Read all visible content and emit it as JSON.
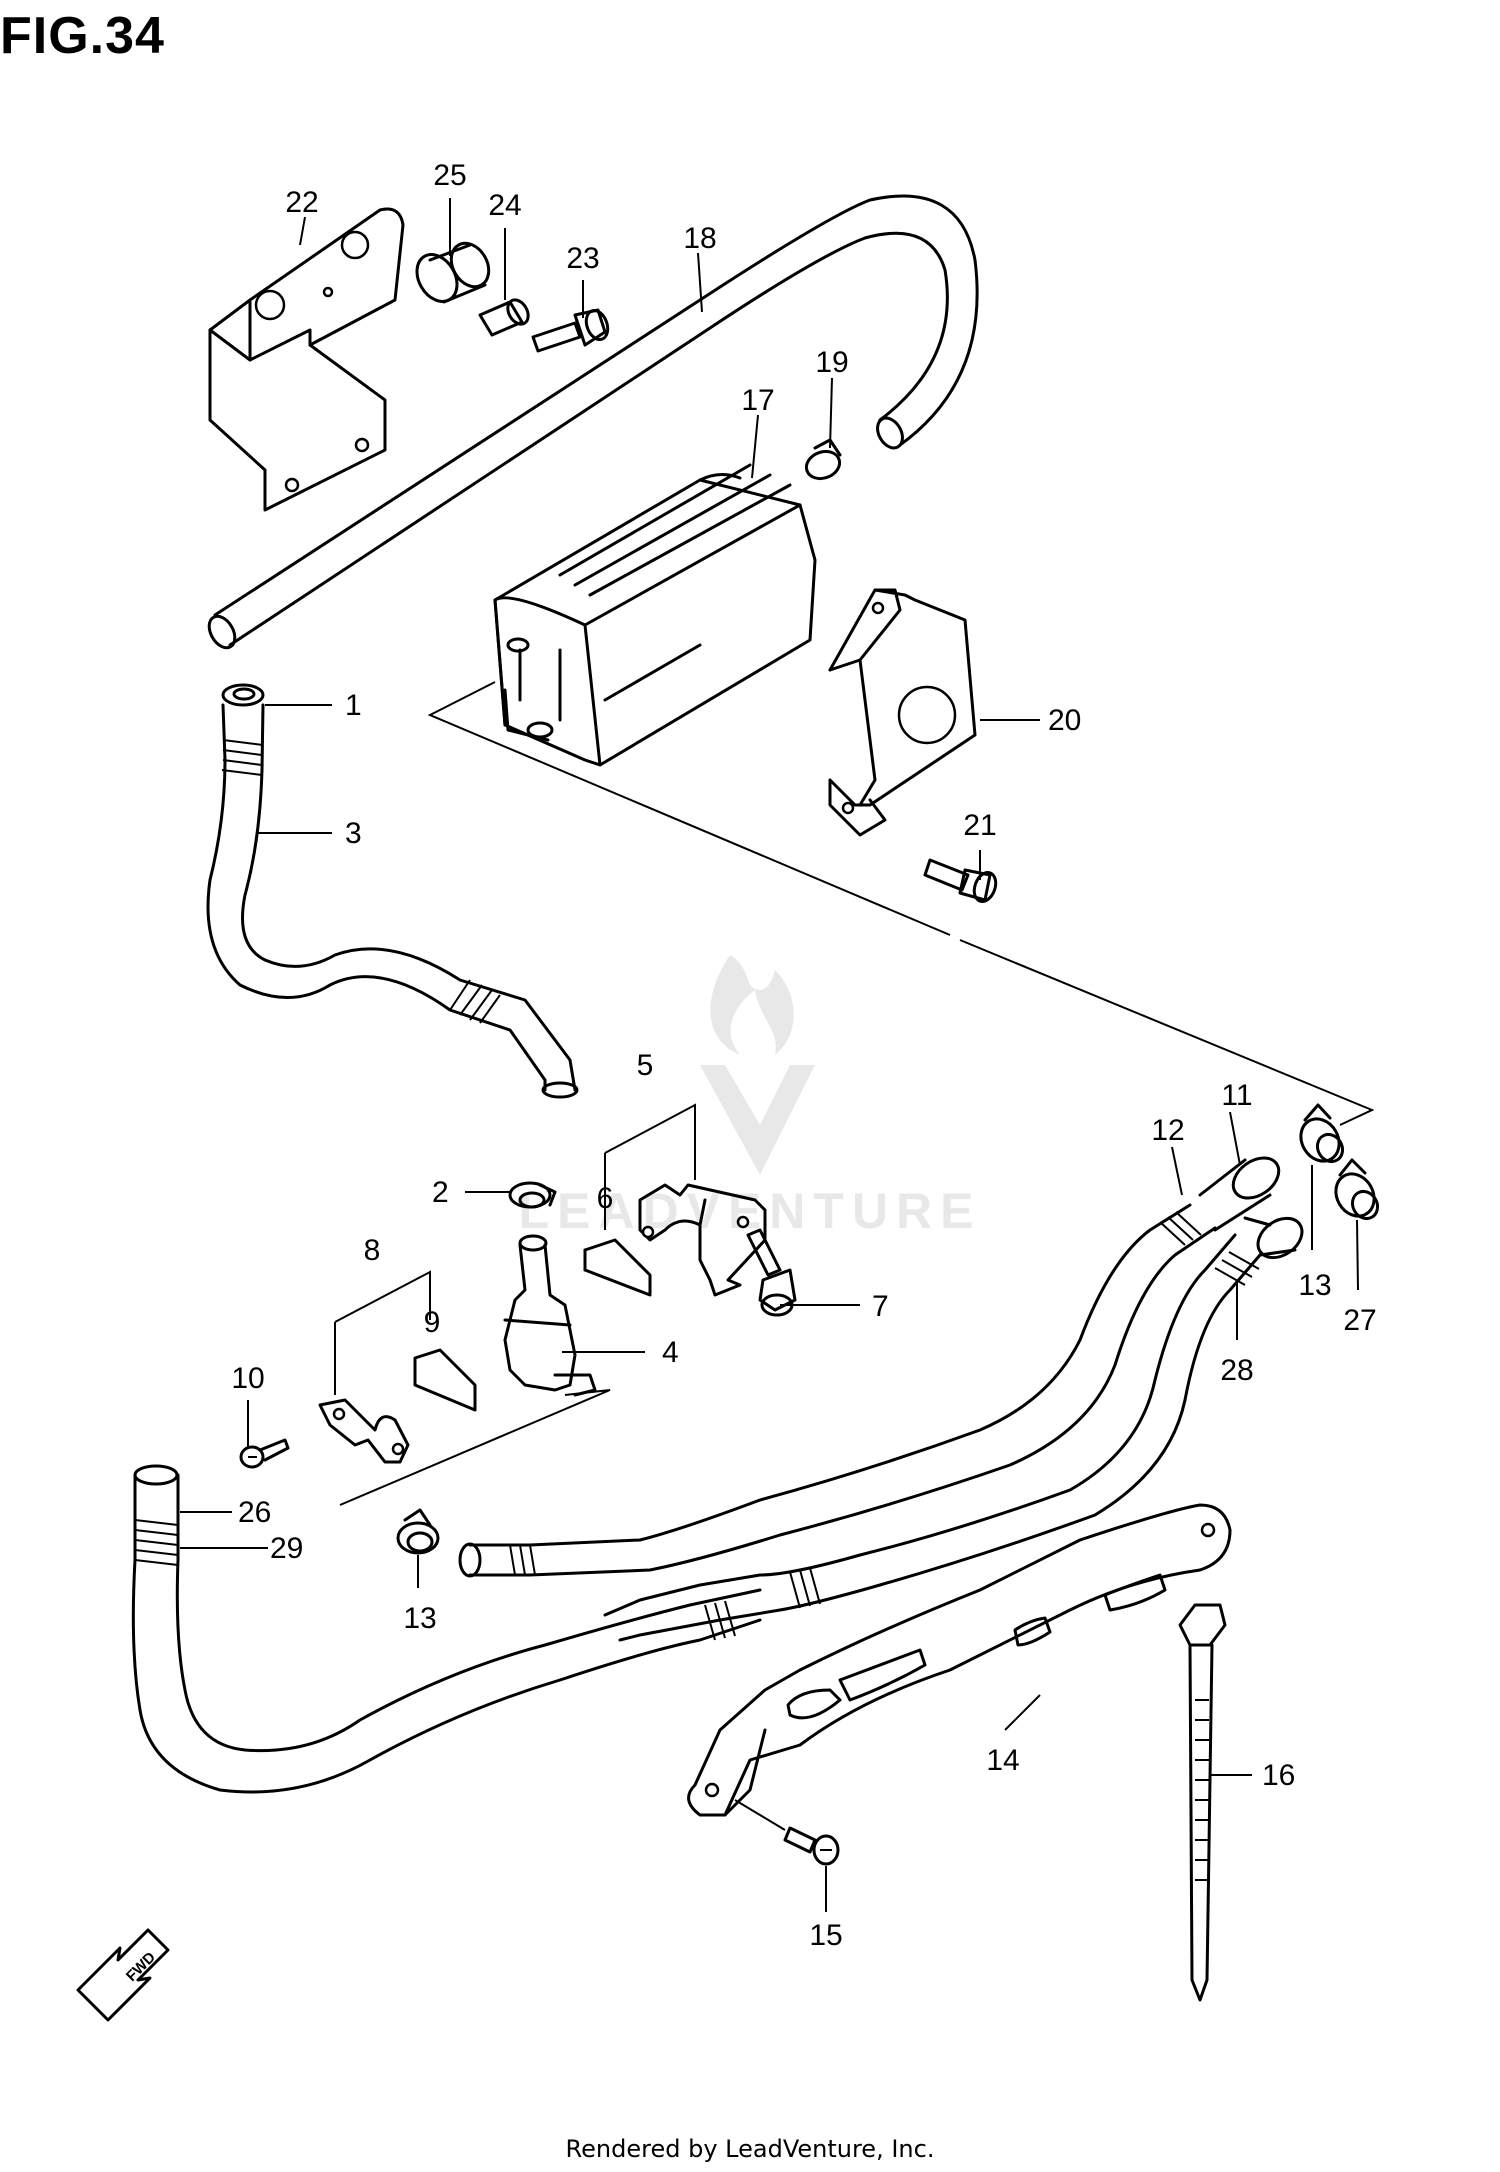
{
  "figure": {
    "title": "FIG.34"
  },
  "watermark": {
    "text": "LEADVENTURE",
    "color": "#cfcfcf"
  },
  "footer": {
    "text": "Rendered by LeadVenture, Inc."
  },
  "fwd_marker": {
    "label": "FWD",
    "icon": "forward-arrow-icon"
  },
  "callouts": {
    "c1": "1",
    "c2": "2",
    "c3": "3",
    "c4": "4",
    "c5": "5",
    "c6": "6",
    "c7": "7",
    "c8": "8",
    "c9": "9",
    "c10": "10",
    "c11": "11",
    "c12": "12",
    "c13a": "13",
    "c13b": "13",
    "c14": "14",
    "c15": "15",
    "c16": "16",
    "c17": "17",
    "c18": "18",
    "c19": "19",
    "c20": "20",
    "c21": "21",
    "c22": "22",
    "c23": "23",
    "c24": "24",
    "c25": "25",
    "c26": "26",
    "c27": "27",
    "c28": "28",
    "c29": "29"
  }
}
